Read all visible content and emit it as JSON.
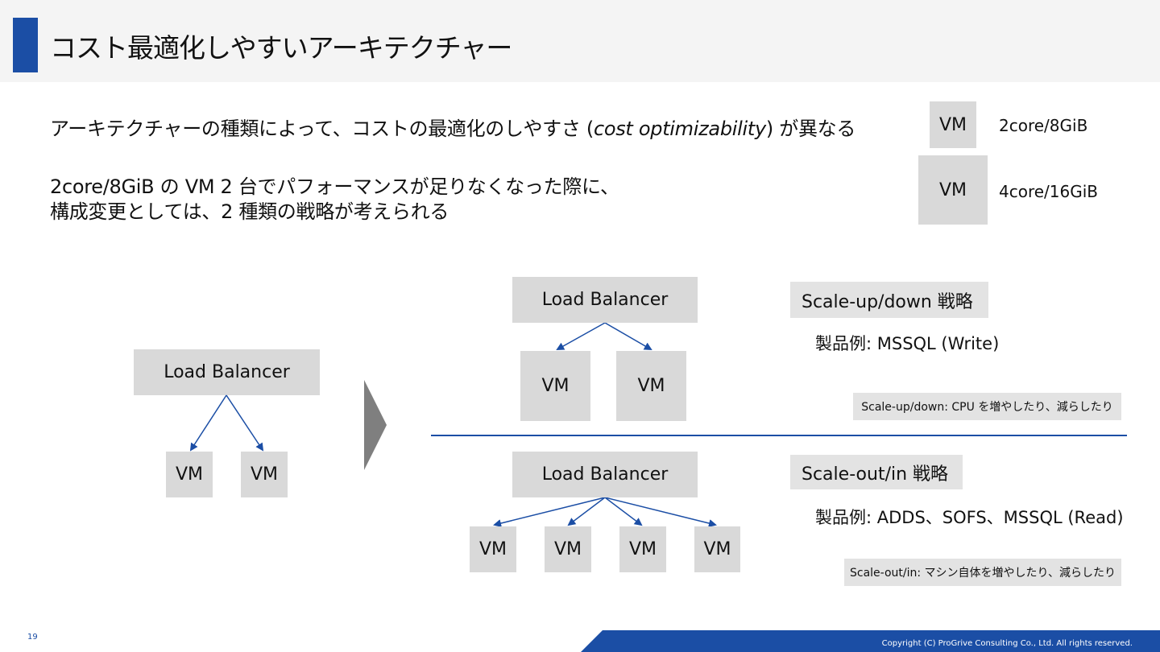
{
  "slide": {
    "title": "コスト最適化しやすいアーキテクチャー",
    "intro_before": "アーキテクチャーの種類によって、コストの最適化のしやすさ (",
    "intro_italic": "cost optimizability",
    "intro_after": ") が異なる",
    "scenario_line1": "2core/8GiB の VM 2 台でパフォーマンスが足りなくなった際に、",
    "scenario_line2": "構成変更としては、2 種類の戦略が考えられる",
    "page_number": "19",
    "copyright": "Copyright (C) ProGrive Consulting Co., Ltd. All rights reserved."
  },
  "legend": [
    {
      "vm": "VM",
      "spec": "2core/8GiB"
    },
    {
      "vm": "VM",
      "spec": "4core/16GiB"
    }
  ],
  "labels": {
    "load_balancer": "Load Balancer",
    "vm": "VM"
  },
  "scale_up": {
    "title": "Scale-up/down 戦略",
    "example": "製品例: MSSQL (Write)",
    "note": "Scale-up/down: CPU を増やしたり、減らしたり"
  },
  "scale_out": {
    "title": "Scale-out/in 戦略",
    "example": "製品例:  ADDS、SOFS、MSSQL (Read)",
    "note": "Scale-out/in: マシン自体を増やしたり、減らしたり"
  },
  "colors": {
    "accent": "#1b4ea5",
    "box": "#d9d9d9",
    "arrow": "#7f7f7f"
  }
}
